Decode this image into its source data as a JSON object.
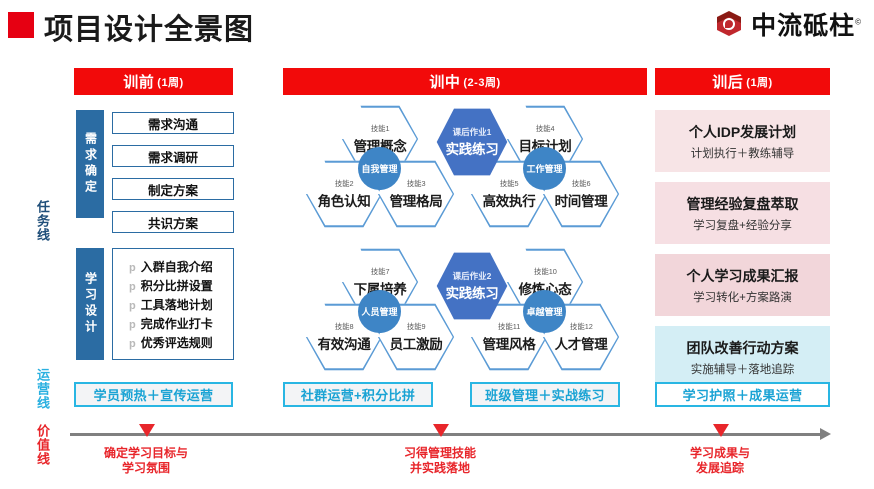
{
  "header": {
    "title": "项目设计全景图",
    "brand_name": "中流砥柱",
    "brand_tm": "©",
    "accent_color": "#e60012"
  },
  "axis_labels": {
    "task": "任务线",
    "operation": "运营线",
    "value": "价值线"
  },
  "columns": {
    "pre": {
      "title": "训前",
      "duration": "(1周)"
    },
    "mid": {
      "title": "训中",
      "duration": "(2-3周)"
    },
    "post": {
      "title": "训后",
      "duration": "(1周)"
    }
  },
  "pre_stage": {
    "demand_tag": "需求确定",
    "demand_items": [
      "需求沟通",
      "需求调研",
      "制定方案",
      "共识方案"
    ],
    "design_tag": "学习设计",
    "design_bullet": "p",
    "design_items": [
      "入群自我介绍",
      "积分比拼设置",
      "工具落地计划",
      "完成作业打卡",
      "优秀评选规则"
    ]
  },
  "mid_stage": {
    "groups": [
      {
        "core": "自我管理",
        "hexes": [
          {
            "num": "技能1",
            "name": "管理概念"
          },
          {
            "num": "技能2",
            "name": "角色认知"
          },
          {
            "num": "技能3",
            "name": "管理格局"
          }
        ]
      },
      {
        "core": "工作管理",
        "hexes": [
          {
            "num": "技能4",
            "name": "目标计划"
          },
          {
            "num": "技能5",
            "name": "高效执行"
          },
          {
            "num": "技能6",
            "name": "时间管理"
          }
        ]
      },
      {
        "core": "人员管理",
        "hexes": [
          {
            "num": "技能7",
            "name": "下属培养"
          },
          {
            "num": "技能8",
            "name": "有效沟通"
          },
          {
            "num": "技能9",
            "name": "员工激励"
          }
        ]
      },
      {
        "core": "卓越管理",
        "hexes": [
          {
            "num": "技能10",
            "name": "修炼心态"
          },
          {
            "num": "技能11",
            "name": "管理风格"
          },
          {
            "num": "技能12",
            "name": "人才管理"
          }
        ]
      }
    ],
    "tasks": [
      {
        "num": "课后作业1",
        "name": "实践练习"
      },
      {
        "num": "课后作业2",
        "name": "实践练习"
      }
    ],
    "task_color": "#4472c4"
  },
  "post_stage": {
    "cards": [
      {
        "title": "个人IDP发展计划",
        "subtitle": "计划执行＋教练辅导",
        "bg": "#f7e4e6"
      },
      {
        "title": "管理经验复盘萃取",
        "subtitle": "学习复盘+经验分享",
        "bg": "#f6dfe3"
      },
      {
        "title": "个人学习成果汇报",
        "subtitle": "学习转化+方案路演",
        "bg": "#f2d6da"
      },
      {
        "title": "团队改善行动方案",
        "subtitle": "实施辅导＋落地追踪",
        "bg": "#d4eef5"
      }
    ]
  },
  "operation_line": {
    "color": "#29b6e3",
    "boxes": [
      "学员预热＋宣传运营",
      "社群运营+积分比拼",
      "班级管理＋实战练习",
      "学习护照＋成果运营"
    ]
  },
  "value_line": {
    "color": "#e8262b",
    "milestones": [
      {
        "line1": "确定学习目标与",
        "line2": "学习氛围"
      },
      {
        "line1": "习得管理技能",
        "line2": "并实践落地"
      },
      {
        "line1": "学习成果与",
        "line2": "发展追踪"
      }
    ]
  }
}
